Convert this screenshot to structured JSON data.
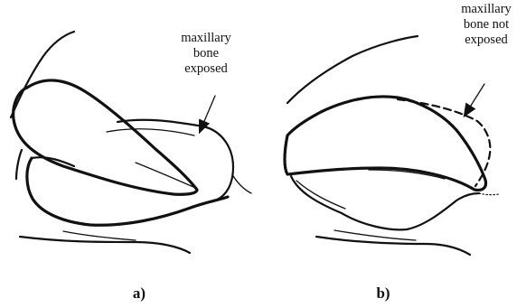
{
  "panels": [
    {
      "label": "a)",
      "callout": [
        "maxillary",
        "bone",
        "exposed"
      ]
    },
    {
      "label": "b)",
      "callout": [
        "maxillary",
        "bone not",
        "exposed"
      ]
    }
  ]
}
